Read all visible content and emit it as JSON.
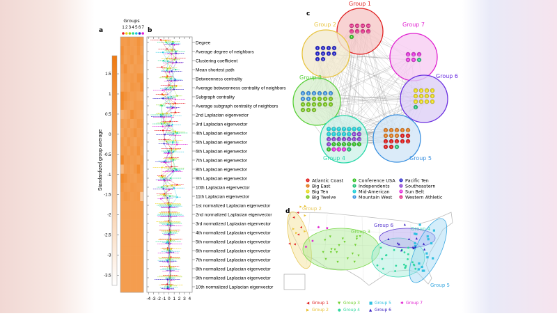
{
  "panel_labels": {
    "a": "a",
    "b": "b",
    "c": "c",
    "d": "d"
  },
  "panel_a": {
    "groups_title": "Groups",
    "group_numbers": [
      "1",
      "2",
      "3",
      "4",
      "5",
      "6",
      "7"
    ],
    "group_colors": [
      "#e8141c",
      "#f2d21a",
      "#8fd61e",
      "#21d98e",
      "#19c6e0",
      "#3622c8",
      "#e020d8"
    ],
    "colorbar_label": "Standardized group average",
    "colorbar_ticks": [
      "1.5",
      "1",
      "0.5",
      "0",
      "-0.5",
      "-1",
      "-1.5",
      "-2",
      "-2.5",
      "-3",
      "-3.5"
    ],
    "colorbar_tick_values": [
      1.5,
      1,
      0.5,
      0,
      -0.5,
      -1,
      -1.5,
      -2,
      -2.5,
      -3,
      -3.5
    ],
    "colorbar_range": [
      -3.75,
      1.95
    ],
    "colormap": [
      "#ffffff",
      "#f07a10"
    ],
    "heatmap_values": [
      [
        0.6,
        0.5,
        0.7,
        0.4,
        0.5,
        0.9,
        0.5
      ],
      [
        1.0,
        0.4,
        0.6,
        0.5,
        0.4,
        0.8,
        0.3
      ],
      [
        0.8,
        0.3,
        0.5,
        0.7,
        0.3,
        0.6,
        0.5
      ],
      [
        0.5,
        1.0,
        0.4,
        0.3,
        0.5,
        0.4,
        0.3
      ],
      [
        0.3,
        0.6,
        0.5,
        0.6,
        0.4,
        0.9,
        0.8
      ],
      [
        0.2,
        0.5,
        0.3,
        0.7,
        0.6,
        0.5,
        1.0
      ],
      [
        1.3,
        0.9,
        0.6,
        0.4,
        0.5,
        0.3,
        0.2
      ],
      [
        1.2,
        0.6,
        0.4,
        0.3,
        0.6,
        0.5,
        0.6
      ],
      [
        -0.2,
        0.1,
        0.3,
        1.0,
        0.6,
        0.4,
        0.3
      ],
      [
        0.5,
        0.3,
        0.6,
        0.2,
        0.4,
        0.7,
        0.6
      ],
      [
        0.2,
        0.6,
        0.3,
        0.5,
        0.8,
        0.4,
        0.5
      ],
      [
        0.6,
        0.3,
        0.7,
        0.4,
        0.2,
        0.6,
        0.5
      ],
      [
        0.5,
        0.6,
        0.3,
        0.6,
        0.4,
        0.9,
        0.3
      ],
      [
        1.3,
        0.5,
        0.6,
        0.4,
        0.5,
        0.3,
        0.6
      ],
      [
        -0.6,
        0.4,
        0.5,
        0.3,
        0.6,
        1.2,
        0.4
      ],
      [
        1.2,
        0.9,
        0.5,
        0.4,
        0.3,
        0.6,
        0.5
      ],
      [
        0.8,
        0.5,
        0.4,
        0.6,
        0.5,
        0.4,
        0.3
      ],
      [
        0.5,
        0.7,
        0.6,
        0.4,
        0.5,
        0.6,
        -1.5
      ],
      [
        0.45,
        0.45,
        0.45,
        0.45,
        0.45,
        0.45,
        0.45
      ],
      [
        0.45,
        0.45,
        0.45,
        0.45,
        0.45,
        0.45,
        0.45
      ],
      [
        0.45,
        0.45,
        0.45,
        0.45,
        0.45,
        0.45,
        0.45
      ],
      [
        0.45,
        0.45,
        0.45,
        0.45,
        0.45,
        0.45,
        0.45
      ],
      [
        0.45,
        0.45,
        0.45,
        0.45,
        0.45,
        0.45,
        0.45
      ],
      [
        0.45,
        0.45,
        0.45,
        0.45,
        0.45,
        0.45,
        0.45
      ],
      [
        0.45,
        0.45,
        0.45,
        0.45,
        0.45,
        0.45,
        0.45
      ],
      [
        0.45,
        0.45,
        0.45,
        0.45,
        0.45,
        0.45,
        0.45
      ],
      [
        0.45,
        0.45,
        0.45,
        0.45,
        0.45,
        0.45,
        0.45
      ],
      [
        0.45,
        0.45,
        0.45,
        0.45,
        0.45,
        0.45,
        0.45
      ]
    ]
  },
  "panel_b": {
    "x_ticks": [
      "-4",
      "-3",
      "-2",
      "-1",
      "0",
      "1",
      "2",
      "3",
      "4"
    ],
    "x_range": [
      -4.3,
      4.5
    ],
    "features": [
      "Degree",
      "Average degree of neighbors",
      "Clustering coefficient",
      "Mean shortest path",
      "Betweenness centrality",
      "Average betweenness centrality of neighbors",
      "Subgraph centrality",
      "Average subgraph centrality of neighbors",
      "2nd Laplacian eigenvector",
      "3rd Laplacian eigenvector",
      "4th Laplacian eigenvector",
      "5th Laplacian eigenvector",
      "6th Laplacian eigenvector",
      "7th Laplacian eigenvector",
      "8th Laplacian eigenvector",
      "9th Laplacian eigenvector",
      "10th Laplacian eigenvector",
      "11th Laplacian eigenvector",
      "1st normalized Laplacian eigenvector",
      "2nd normalized Laplacian eigenvector",
      "3rd normalized Laplacian eigenvector",
      "4th normalized Laplacian eigenvector",
      "5th normalized Laplacian eigenvector",
      "6th normalized Laplacian eigenvector",
      "7th normalized Laplacian eigenvector",
      "8th normalized Laplacian eigenvector",
      "9th normalized Laplacian eigenvector",
      "10th normalized Laplacian eigenvector"
    ]
  },
  "panel_c": {
    "groups": [
      {
        "label": "Group 1",
        "color": "#e02020",
        "fill": "#f6c8c8",
        "nodes": [
          12,
          12,
          12,
          12,
          12,
          12,
          12,
          12,
          5
        ]
      },
      {
        "label": "Group 2",
        "color": "#e8c440",
        "fill": "#f3ead0",
        "nodes": [
          9,
          9,
          9,
          9,
          9,
          9,
          9,
          9,
          9,
          9
        ]
      },
      {
        "label": "Group 7",
        "color": "#e020d0",
        "fill": "#f8cdf2",
        "nodes": [
          11,
          11,
          11,
          11,
          11,
          6
        ]
      },
      {
        "label": "Group 6",
        "color": "#6a2ee0",
        "fill": "#ddd0f6",
        "nodes": [
          3,
          3,
          3,
          3,
          3,
          3,
          3,
          3,
          3,
          3,
          3,
          3,
          6
        ]
      },
      {
        "label": "Group 3",
        "color": "#58d038",
        "fill": "#d8f0d0",
        "nodes": [
          8,
          8,
          8,
          8,
          8,
          8,
          8,
          8,
          4,
          4,
          4,
          4,
          4,
          4,
          4,
          4,
          4,
          4,
          4,
          4,
          4
        ]
      },
      {
        "label": "Group 4",
        "color": "#28d8a8",
        "fill": "#d0f2ea",
        "nodes": [
          7,
          7,
          7,
          7,
          7,
          7,
          7,
          7,
          7,
          7,
          7,
          7,
          10,
          10,
          10,
          10,
          10,
          10,
          10,
          10,
          10,
          10,
          5,
          5,
          5,
          5,
          5,
          5,
          5,
          11,
          11,
          11,
          6
        ]
      },
      {
        "label": "Group 5",
        "color": "#3a90e0",
        "fill": "#d2e6f8",
        "nodes": [
          2,
          2,
          2,
          2,
          2,
          2,
          2,
          2,
          1,
          1,
          1,
          1,
          1,
          1,
          1,
          1,
          1,
          6
        ]
      }
    ],
    "legend": [
      {
        "id": "1",
        "label": "Atlantic Coast"
      },
      {
        "id": "2",
        "label": "Big East"
      },
      {
        "id": "3",
        "label": "Big Ten"
      },
      {
        "id": "4",
        "label": "Big Twelve"
      },
      {
        "id": "5",
        "label": "Conference USA"
      },
      {
        "id": "6",
        "label": "Independents"
      },
      {
        "id": "7",
        "label": "Mid-American"
      },
      {
        "id": "8",
        "label": "Mountain West"
      },
      {
        "id": "9",
        "label": "Pacific Ten"
      },
      {
        "id": "10",
        "label": "Southeastern"
      },
      {
        "id": "11",
        "label": "Sun Belt"
      },
      {
        "id": "12",
        "label": "Western Athletic"
      }
    ],
    "conference_colors": {
      "1": "#e01818",
      "2": "#e07818",
      "3": "#e8d818",
      "4": "#78c818",
      "5": "#30c020",
      "6": "#20c070",
      "7": "#20d0d8",
      "8": "#3890e0",
      "9": "#2020c8",
      "10": "#8030d0",
      "11": "#e020d8",
      "12": "#e02080"
    }
  },
  "panel_d": {
    "group_labels": [
      {
        "label": "Group 2",
        "color": "#e8c85a"
      },
      {
        "label": "Group 3",
        "color": "#7ad84a"
      },
      {
        "label": "Group 6",
        "color": "#5a3ad0"
      },
      {
        "label": "Group 4",
        "color": "#3ad8b0"
      },
      {
        "label": "Group 5",
        "color": "#3aa8e0"
      }
    ],
    "legend": [
      {
        "label": "Group 1",
        "marker": "◀",
        "color": "#e02020"
      },
      {
        "label": "Group 3",
        "marker": "▼",
        "color": "#70d030"
      },
      {
        "label": "Group 5",
        "marker": "■",
        "color": "#30c0e0"
      },
      {
        "label": "Group 7",
        "marker": "✱",
        "color": "#e020d0"
      },
      {
        "label": "Group 2",
        "marker": "▶",
        "color": "#e8c030"
      },
      {
        "label": "Group 4",
        "marker": "●",
        "color": "#30d8a0"
      },
      {
        "label": "Group 6",
        "marker": "▲",
        "color": "#3a20c0"
      }
    ]
  }
}
